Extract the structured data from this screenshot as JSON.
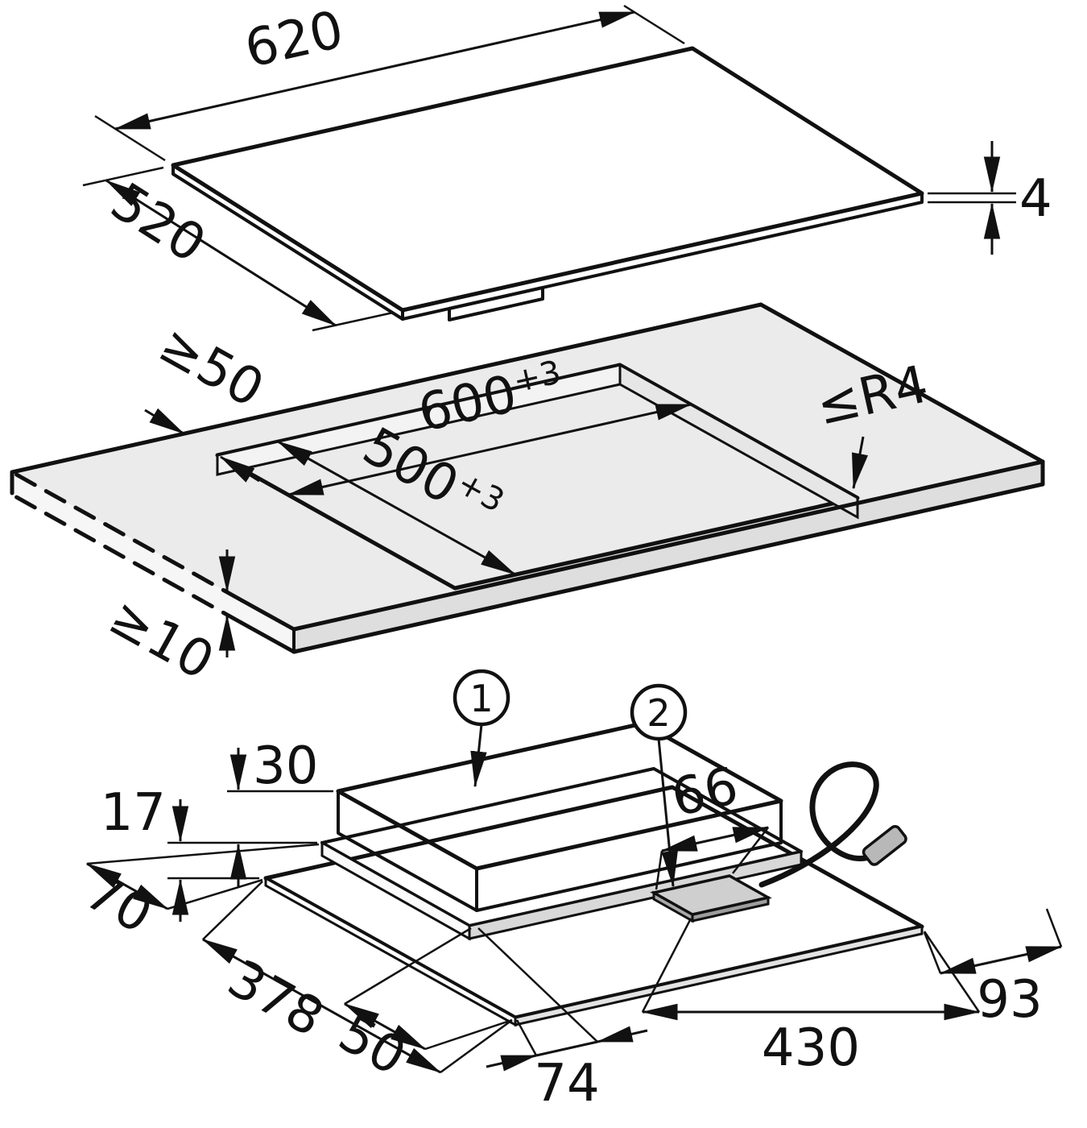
{
  "labels": {
    "top_width": "620",
    "top_depth": "520",
    "top_thickness": "4",
    "edge_distance": "≥50",
    "cutout_width": "600",
    "cutout_width_tol": "+3",
    "cutout_depth": "500",
    "cutout_depth_tol": "+3",
    "corner_radius": "≤R4",
    "min_below": "≥10",
    "callout1": "1",
    "callout2": "2",
    "dim_30": "30",
    "dim_17": "17",
    "dim_70": "70",
    "dim_378": "378",
    "dim_50": "50",
    "dim_74": "74",
    "dim_430": "430",
    "dim_93": "93",
    "dim_66": "66"
  }
}
